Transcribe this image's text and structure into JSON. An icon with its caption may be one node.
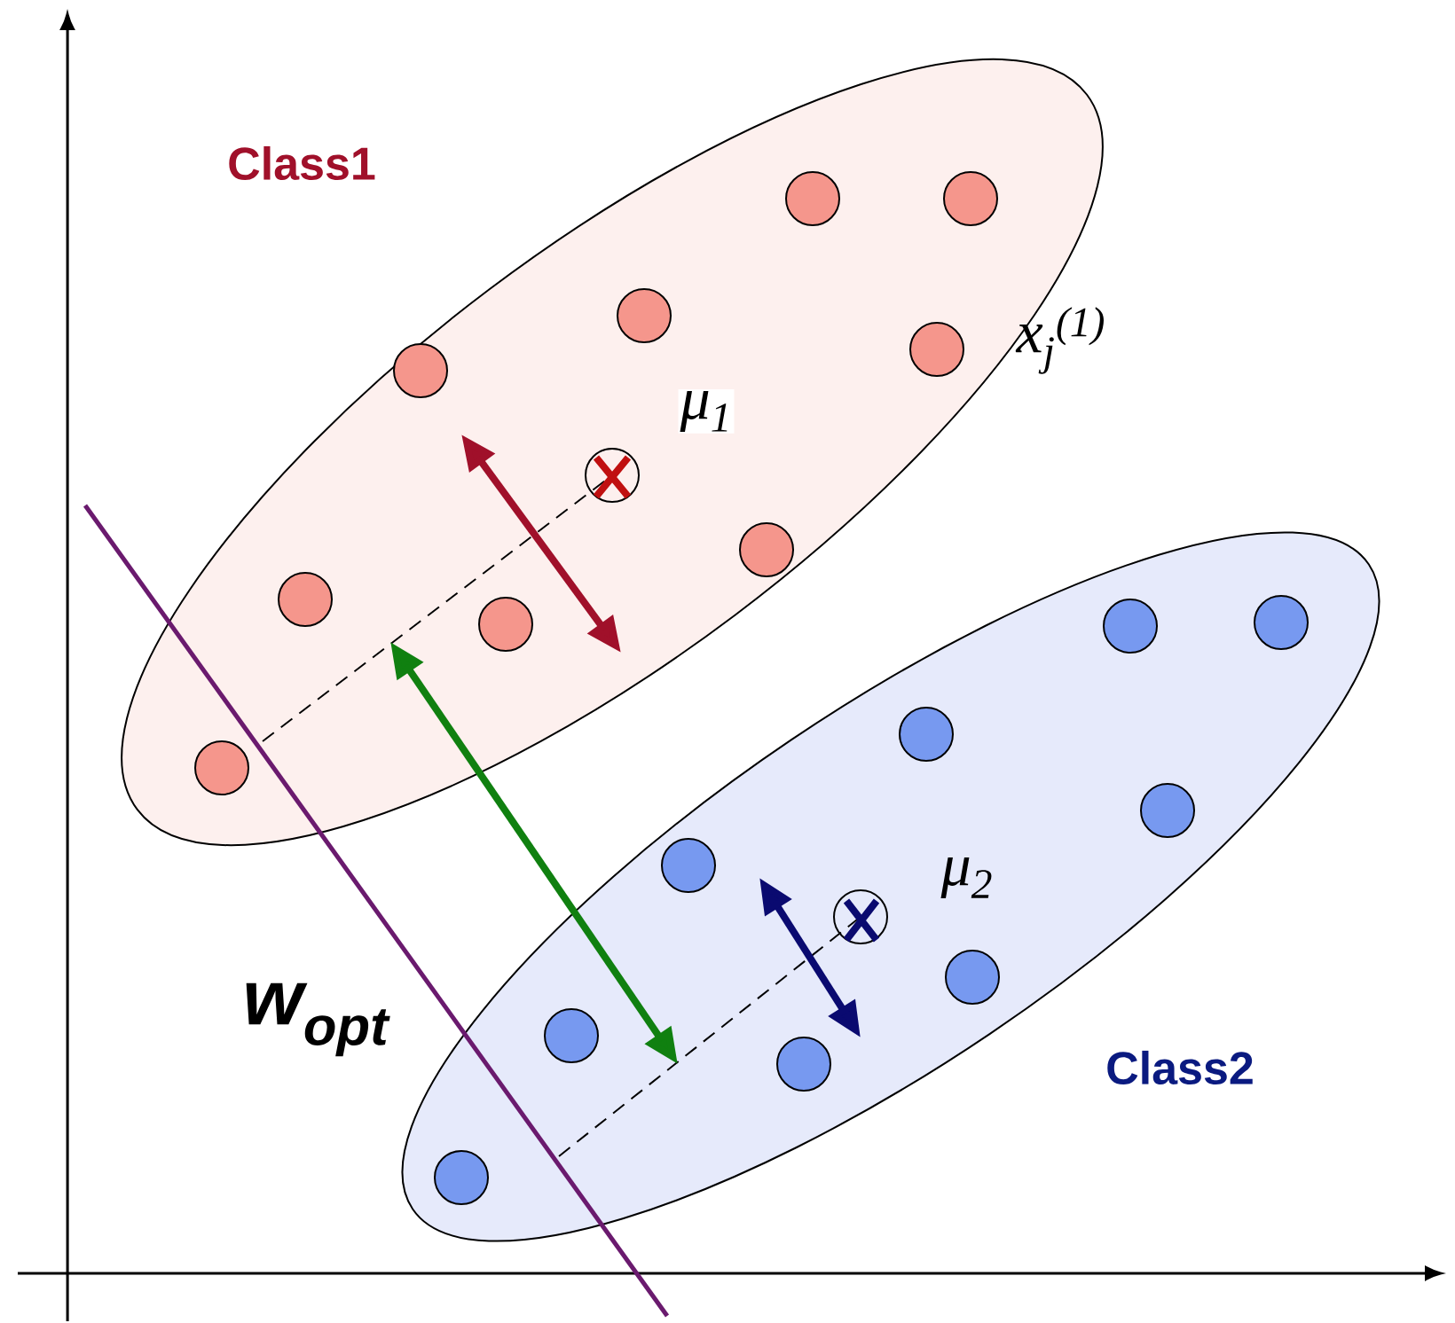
{
  "diagram": {
    "nodes": [
      {
        "text": [
          "Class1"
        ]
      },
      {
        "text": [
          "Class2"
        ]
      }
    ],
    "edges": [
      {
        "from": 0,
        "to": 1,
        "arrow": "both",
        "color": "#108010"
      }
    ],
    "labels": [
      "μ$_{1}$",
      "x$_{j}$$^{(1)}$",
      "μ$_{2}$",
      "w$_{opt}$"
    ]
  }
}
